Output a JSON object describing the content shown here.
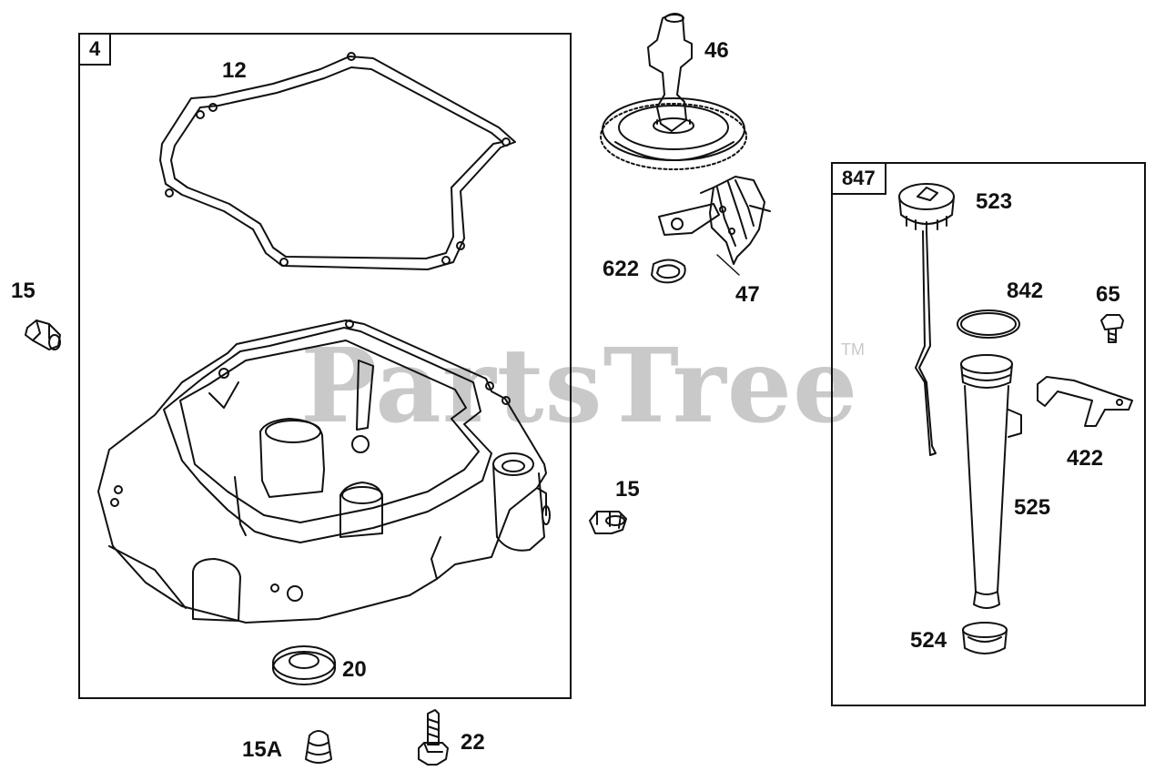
{
  "watermark": {
    "text": "PartsTree",
    "trademark": "TM"
  },
  "groups": [
    {
      "id": "4"
    },
    {
      "id": "847"
    }
  ],
  "callouts": {
    "c12": "12",
    "c46": "46",
    "c622": "622",
    "c47": "47",
    "c15_left": "15",
    "c15_right": "15",
    "c20": "20",
    "c15a": "15A",
    "c22": "22",
    "c523": "523",
    "c842": "842",
    "c65": "65",
    "c422": "422",
    "c525": "525",
    "c524": "524"
  },
  "icons": {
    "gasket": "gasket-icon",
    "camshaft": "camshaft-gear-icon",
    "governor": "governor-assembly-icon",
    "sump": "sump-housing-icon",
    "seal": "oil-seal-icon",
    "plug": "oil-plug-icon",
    "bolt": "bolt-icon",
    "dipstick": "dipstick-icon",
    "tube": "oil-fill-tube-icon",
    "oring": "o-ring-icon",
    "bracket": "bracket-icon"
  },
  "colors": {
    "line": "#111111",
    "watermark": "#c9c9c9",
    "background": "#ffffff"
  }
}
